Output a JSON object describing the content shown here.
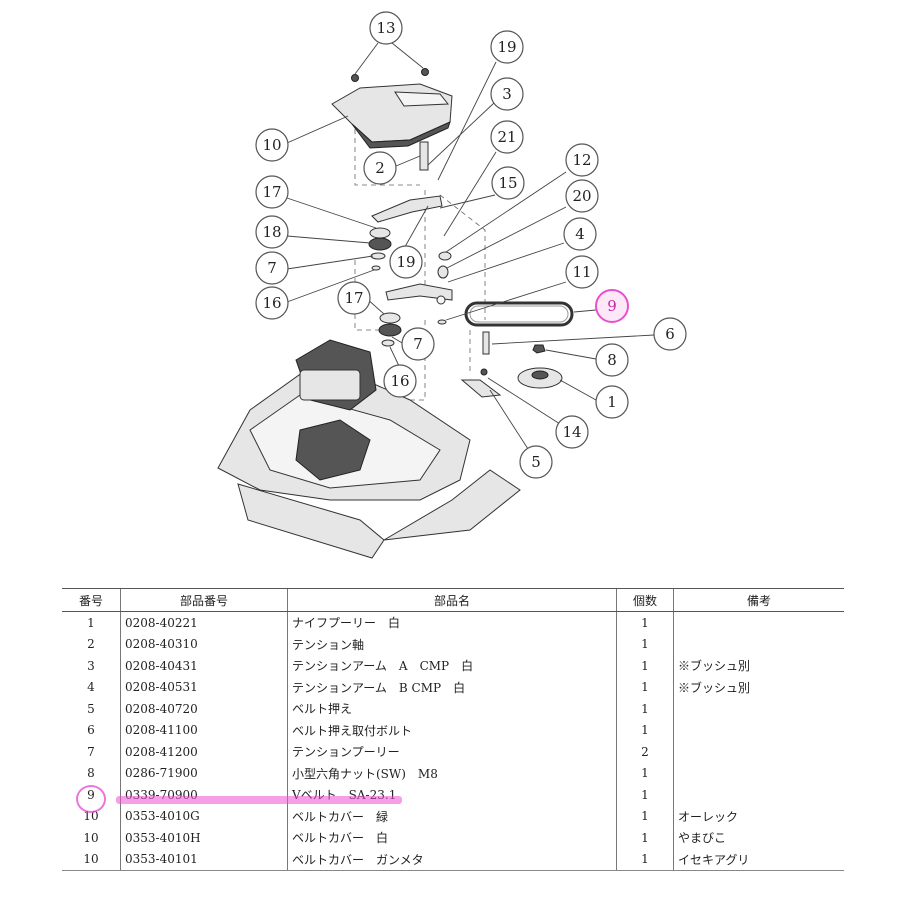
{
  "callouts": {
    "c13": "13",
    "c19a": "19",
    "c3": "3",
    "c10": "10",
    "c2": "2",
    "c21": "21",
    "c12": "12",
    "c15": "15",
    "c20": "20",
    "c17a": "17",
    "c18": "18",
    "c19b": "19",
    "c4": "4",
    "c7a": "7",
    "c16a": "16",
    "c11": "11",
    "c17b": "17",
    "c9": "9",
    "c6": "6",
    "c7b": "7",
    "c8": "8",
    "c16b": "16",
    "c1": "1",
    "c14": "14",
    "c5": "5"
  },
  "table": {
    "headers": {
      "no": "番号",
      "part_number": "部品番号",
      "part_name": "部品名",
      "qty": "個数",
      "note": "備考"
    },
    "rows": [
      {
        "no": "1",
        "part_number": "0208-40221",
        "part_name": "ナイフプーリー　白",
        "qty": "1",
        "note": ""
      },
      {
        "no": "2",
        "part_number": "0208-40310",
        "part_name": "テンション軸",
        "qty": "1",
        "note": ""
      },
      {
        "no": "3",
        "part_number": "0208-40431",
        "part_name": "テンションアーム　A　CMP　白",
        "qty": "1",
        "note": "※ブッシュ別"
      },
      {
        "no": "4",
        "part_number": "0208-40531",
        "part_name": "テンションアーム　B CMP　白",
        "qty": "1",
        "note": "※ブッシュ別"
      },
      {
        "no": "5",
        "part_number": "0208-40720",
        "part_name": "ベルト押え",
        "qty": "1",
        "note": ""
      },
      {
        "no": "6",
        "part_number": "0208-41100",
        "part_name": "ベルト押え取付ボルト",
        "qty": "1",
        "note": ""
      },
      {
        "no": "7",
        "part_number": "0208-41200",
        "part_name": "テンションプーリー",
        "qty": "2",
        "note": ""
      },
      {
        "no": "8",
        "part_number": "0286-71900",
        "part_name": "小型六角ナット(SW)　M8",
        "qty": "1",
        "note": ""
      },
      {
        "no": "9",
        "part_number": "0339-70900",
        "part_name": "Vベルト　SA-23.1",
        "qty": "1",
        "note": ""
      },
      {
        "no": "10",
        "part_number": "0353-4010G",
        "part_name": "ベルトカバー　緑",
        "qty": "1",
        "note": "オーレック"
      },
      {
        "no": "10",
        "part_number": "0353-4010H",
        "part_name": "ベルトカバー　白",
        "qty": "1",
        "note": "やまびこ"
      },
      {
        "no": "10",
        "part_number": "0353-40101",
        "part_name": "ベルトカバー　ガンメタ",
        "qty": "1",
        "note": "イセキアグリ"
      }
    ]
  },
  "colors": {
    "highlight": "#eb50d2"
  }
}
